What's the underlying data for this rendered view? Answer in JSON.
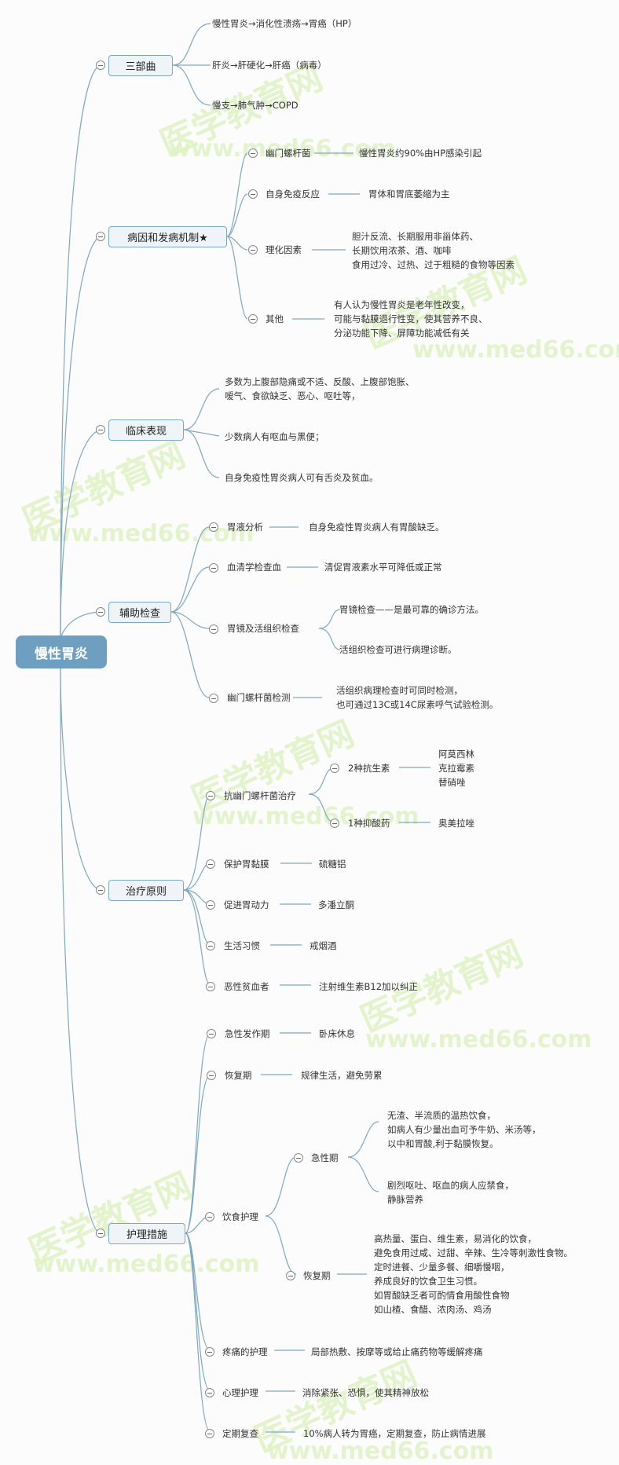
{
  "root": {
    "label": "慢性胃炎"
  },
  "colors": {
    "line": "#7ea7c3",
    "root_bg": "#6f9fc0",
    "node_bg": "#eef4f8",
    "watermark": "#dff2c4"
  },
  "watermark": {
    "cn": "医学教育网",
    "url": "www.med66.com"
  },
  "branches": {
    "sanbuqu": {
      "label": "三部曲",
      "items": [
        "慢性胃炎→消化性溃疡→胃癌（HP）",
        "肝炎→肝硬化→肝癌（病毒）",
        "慢支→肺气肿→COPD"
      ]
    },
    "etiology": {
      "label": "病因和发病机制★",
      "items": [
        {
          "label": "幽门螺杆菌",
          "value": [
            "慢性胃炎约90%由HP感染引起"
          ]
        },
        {
          "label": "自身免疫反应",
          "value": [
            "胃体和胃底萎缩为主"
          ]
        },
        {
          "label": "理化因素",
          "value": [
            "胆汁反流、长期服用非甾体药、",
            "长期饮用浓茶、酒、咖啡",
            "食用过冷、过热、过于粗糙的食物等因素"
          ]
        },
        {
          "label": "其他",
          "value": [
            "有人认为慢性胃炎是老年性改变，",
            "可能与黏膜退行性变，使其营养不良、",
            "分泌功能下降、屏障功能减低有关"
          ]
        }
      ]
    },
    "clinical": {
      "label": "临床表现",
      "items": [
        [
          "多数为上腹部隐痛或不适、反酸、上腹部饱胀、",
          "嗳气、食欲缺乏、恶心、呕吐等，"
        ],
        [
          "少数病人有呕血与黑便；"
        ],
        [
          "自身免疫性胃炎病人可有舌炎及贫血。"
        ]
      ]
    },
    "exam": {
      "label": "辅助检查",
      "items": [
        {
          "label": "胃液分析",
          "value": [
            "自身免疫性胃炎病人有胃酸缺乏。"
          ]
        },
        {
          "label": "血清学检查血",
          "value": [
            "清促胃液素水平可降低或正常"
          ]
        },
        {
          "label": "胃镜及活组织检查",
          "children": [
            "胃镜检查——是最可靠的确诊方法。",
            "活组织检查可进行病理诊断。"
          ]
        },
        {
          "label": "幽门螺杆菌检测",
          "value": [
            "活组织病理检查时可同时检测，",
            "也可通过13C或14C尿素呼气试验检测。"
          ]
        }
      ]
    },
    "treatment": {
      "label": "治疗原则",
      "items": [
        {
          "label": "抗幽门螺杆菌治疗",
          "children": [
            {
              "label": "2种抗生素",
              "value": [
                "阿莫西林",
                "克拉霉素",
                "替硝唑"
              ]
            },
            {
              "label": "1种抑酸药",
              "value": [
                "奥美拉唑"
              ]
            }
          ]
        },
        {
          "label": "保护胃黏膜",
          "value": [
            "硫糖铝"
          ]
        },
        {
          "label": "促进胃动力",
          "value": [
            "多潘立酮"
          ]
        },
        {
          "label": "生活习惯",
          "value": [
            "戒烟酒"
          ]
        },
        {
          "label": "恶性贫血者",
          "value": [
            "注射维生素B12加以纠正"
          ]
        }
      ]
    },
    "nursing": {
      "label": "护理措施",
      "items": [
        {
          "label": "急性发作期",
          "value": [
            "卧床休息"
          ]
        },
        {
          "label": "恢复期",
          "value": [
            "规律生活，避免劳累"
          ]
        },
        {
          "label": "饮食护理",
          "children": [
            {
              "label": "急性期",
              "children": [
                [
                  "无渣、半流质的温热饮食，",
                  "如病人有少量出血可予牛奶、米汤等，",
                  "以中和胃酸,利于黏膜恢复。"
                ],
                [
                  "剧烈呕吐、呕血的病人应禁食，",
                  "静脉营养"
                ]
              ]
            },
            {
              "label": "恢复期",
              "value": [
                "高热量、蛋白、维生素，易消化的饮食，",
                "避免食用过咸、过甜、辛辣、生冷等刺激性食物。",
                "定时进餐、少量多餐、细嚼慢咽，",
                "养成良好的饮食卫生习惯。",
                "如胃酸缺乏者可酌情食用酸性食物",
                "如山楂、食醋、浓肉汤、鸡汤"
              ]
            }
          ]
        },
        {
          "label": "疼痛的护理",
          "value": [
            "局部热敷、按摩等或给止痛药物等缓解疼痛"
          ]
        },
        {
          "label": "心理护理",
          "value": [
            "消除紧张、恐惧，使其精神放松"
          ]
        },
        {
          "label": "定期复查",
          "value": [
            "10%病人转为胃癌，定期复查，防止病情进展"
          ]
        }
      ]
    }
  }
}
